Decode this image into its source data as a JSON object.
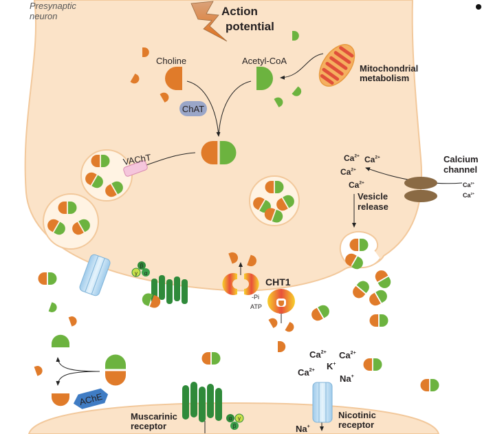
{
  "labels": {
    "presynaptic_1": "Presynaptic",
    "presynaptic_2": "neuron",
    "action_1": "Action",
    "action_2": "potential",
    "choline": "Choline",
    "acetyl_coa": "Acetyl-CoA",
    "mito_1": "Mitochondrial",
    "mito_2": "metabolism",
    "chat": "ChAT",
    "vacht": "VAChT",
    "calcium_1": "Calcium",
    "calcium_2": "channel",
    "vesicle_1": "Vesicle",
    "vesicle_2": "release",
    "cht1": "CHT1",
    "pi": "-Pi",
    "atp": "ATP",
    "ache": "AChE",
    "musc_1": "Muscarinic",
    "musc_2": "receptor",
    "nic_1": "Nicotinic",
    "nic_2": "receptor",
    "ca": "Ca",
    "ca_sup": "2+",
    "k": "K",
    "na": "Na",
    "plus": "+",
    "alpha": "α",
    "beta": "β",
    "gamma": "γ"
  },
  "colors": {
    "cytoplasm": "#fbe3c8",
    "membrane": "#f2c89b",
    "choline": "#e07b2a",
    "acetyl": "#6cb33f",
    "receptor_green": "#2f8a3a",
    "nicotinic_blue": "#bfe0f5",
    "ache_blue": "#3f7cc4",
    "vacht_pink": "#f5c6dc",
    "mito": "#f0a45a"
  }
}
